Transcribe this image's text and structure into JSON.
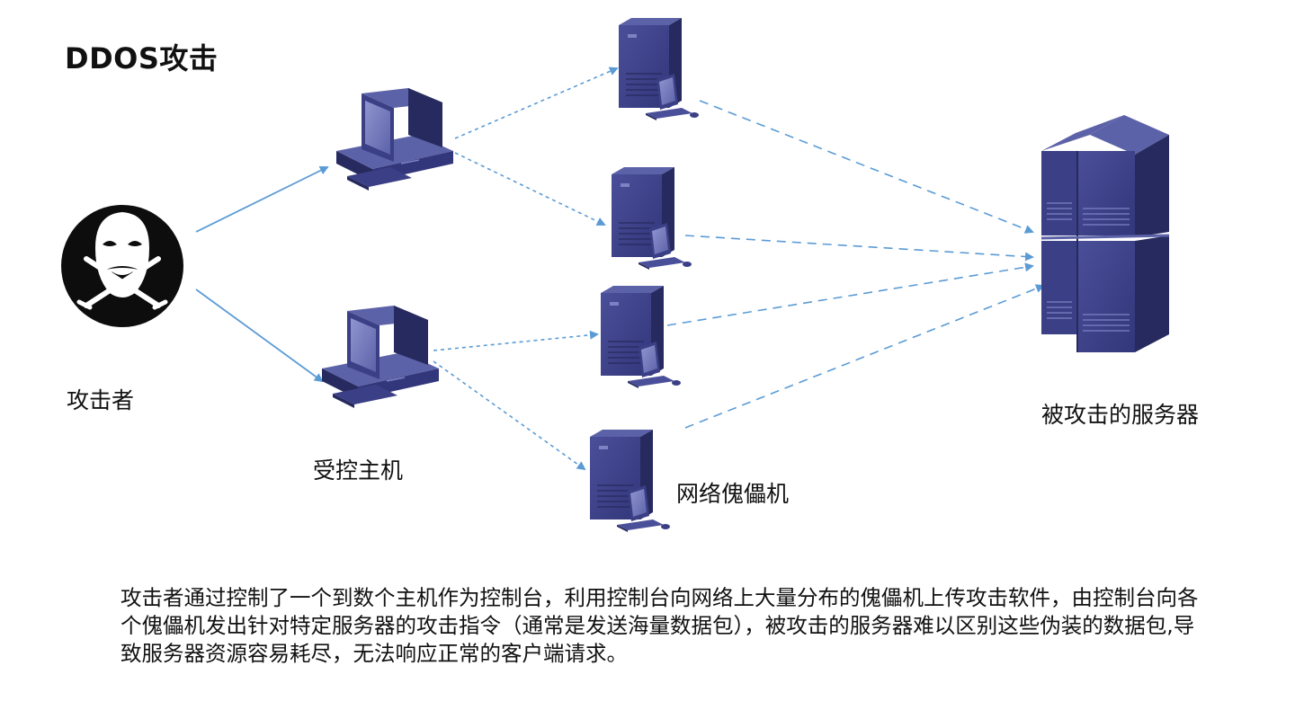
{
  "title": "DDOS攻击",
  "labels": {
    "attacker": "攻击者",
    "controlled_hosts": "受控主机",
    "botnet": "网络傀儡机",
    "target_server": "被攻击的服务器"
  },
  "description": "攻击者通过控制了一个到数个主机作为控制台，利用控制台向网络上大量分布的傀儡机上传攻击软件，由控制台向各个傀儡机发出针对特定服务器的攻击指令（通常是发送海量数据包），被攻击的服务器难以区别这些伪装的数据包,导致服务器资源容易耗尽，无法响应正常的客户端请求。",
  "colors": {
    "arrow": "#5b9bd5",
    "device_body": "#3b3f86",
    "device_dark": "#262a5e",
    "device_light": "#5c62a8",
    "mask_bg": "#0d0d0d"
  },
  "icons": {
    "attacker": "anonymous-mask-icon",
    "controlled_host": "desktop-computer-icon",
    "bot": "tower-server-icon",
    "target": "server-rack-icon"
  }
}
